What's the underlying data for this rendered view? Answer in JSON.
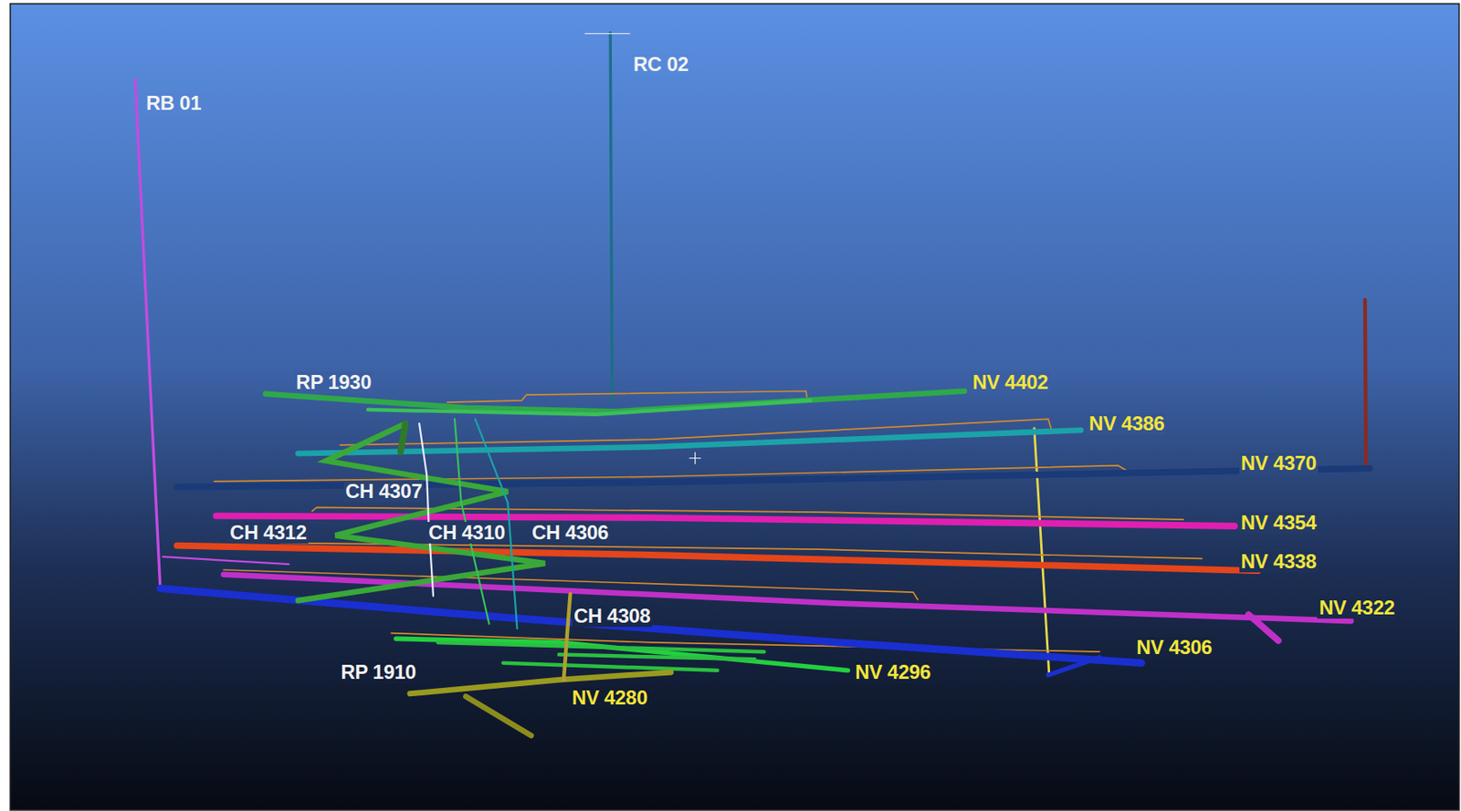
{
  "diagram": {
    "labels": [
      "RB 01",
      "RC 02",
      "RP 1930",
      "NV 4402",
      "NV 4386",
      "NV 4370",
      "CH 4307",
      "NV 4354",
      "CH 4312",
      "CH 4310",
      "CH 4306",
      "NV 4338",
      "NV 4322",
      "CH 4308",
      "NV 4306",
      "RP 1910",
      "NV 4296",
      "NV 4280"
    ]
  }
}
